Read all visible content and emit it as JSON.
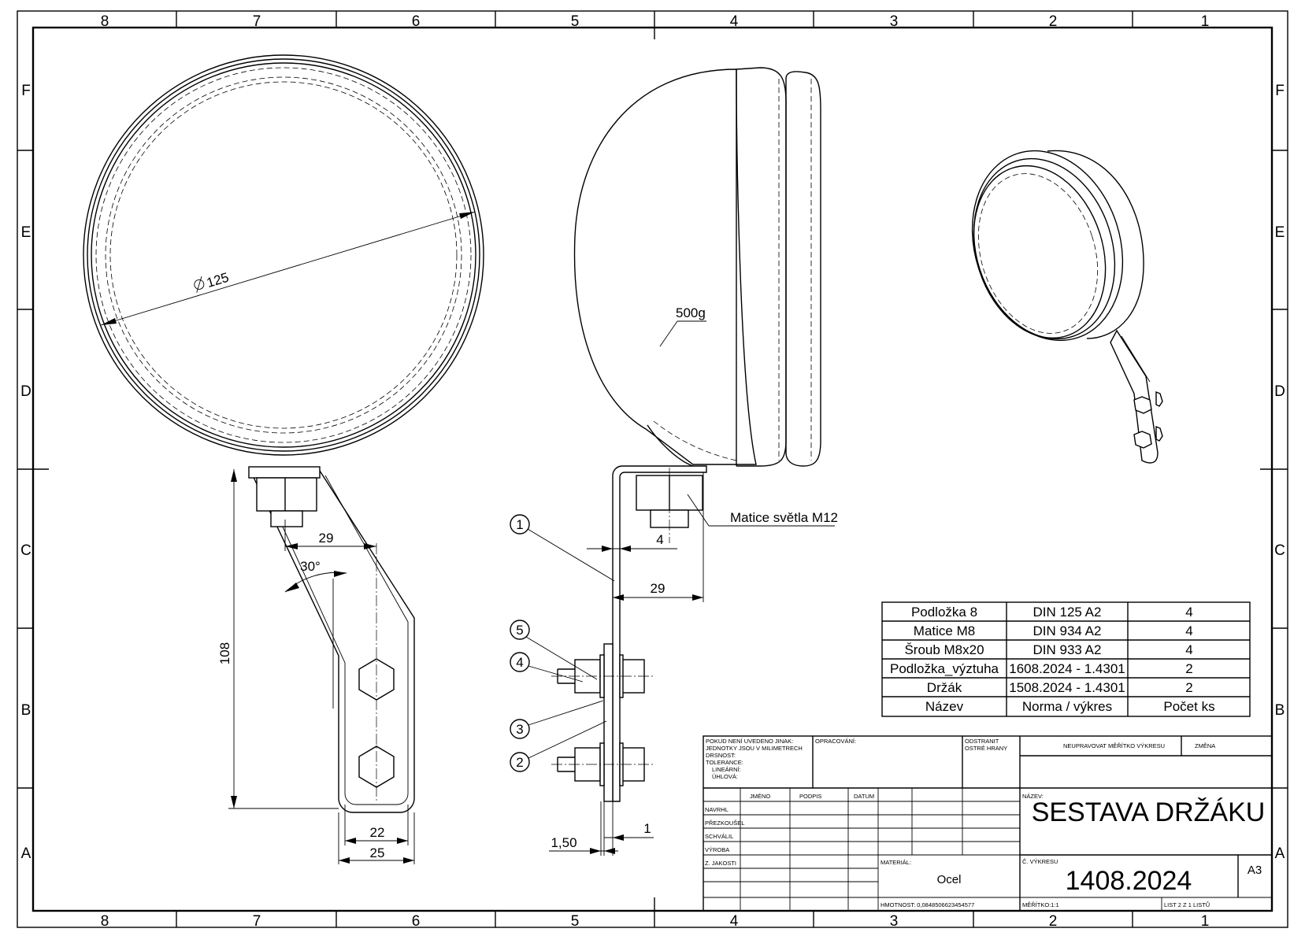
{
  "frame": {
    "columns": [
      "8",
      "7",
      "6",
      "5",
      "4",
      "3",
      "2",
      "1"
    ],
    "rows": [
      "F",
      "E",
      "D",
      "C",
      "B",
      "A"
    ]
  },
  "dimensions": {
    "diameter": "125",
    "angle": "30°",
    "d29_front": "29",
    "d108": "108",
    "d22": "22",
    "d25": "25",
    "d4": "4",
    "d29_side": "29",
    "d1": "1",
    "d150": "1,50"
  },
  "notes": {
    "weight": "500g",
    "nut_label": "Matice světla M12"
  },
  "balloons": [
    "1",
    "5",
    "4",
    "3",
    "2"
  ],
  "bom": {
    "rows": [
      {
        "name": "Podložka 8",
        "norm": "DIN 125 A2",
        "qty": "4"
      },
      {
        "name": "Matice M8",
        "norm": "DIN 934 A2",
        "qty": "4"
      },
      {
        "name": "Šroub M8x20",
        "norm": "DIN 933 A2",
        "qty": "4"
      },
      {
        "name": "Podložka_výztuha",
        "norm": "1608.2024 - 1.4301",
        "qty": "2"
      },
      {
        "name": "Držák",
        "norm": "1508.2024 - 1.4301",
        "qty": "2"
      }
    ],
    "header": {
      "name": "Název",
      "norm": "Norma / výkres",
      "qty": "Počet ks"
    }
  },
  "title_block": {
    "general_note": [
      "POKUD NENÍ UVEDENO JINAK:",
      "JEDNOTKY JSOU V MILIMETRECH",
      "DRSNOST:",
      "TOLERANCE:",
      "LINEÁRNÍ:",
      "ÚHLOVÁ:"
    ],
    "finish_label": "OPRACOVÁNÍ:",
    "deburr_label": [
      "ODSTRANIT",
      "OSTRÉ HRANY"
    ],
    "no_scale": "NEUPRAVOVAT MĚŘÍTKO VÝKRESU",
    "change": "ZMĚNA",
    "col_name": "JMÉNO",
    "col_sign": "PODPIS",
    "col_date": "DATUM",
    "roles": [
      "NAVRHL",
      "PŘEZKOUŠEL",
      "SCHVÁLIL",
      "VÝROBA",
      "Z. JAKOSTI"
    ],
    "material_label": "MATERIÁL:",
    "material": "Ocel",
    "mass": "HMOTNOST: 0,0848506623454577",
    "name_label": "NÁZEV:",
    "title": "SESTAVA DRŽÁKU",
    "drawing_no_label": "Č. VÝKRESU",
    "drawing_no": "1408.2024",
    "size": "A3",
    "scale": "MĚŘÍTKO:1:1",
    "sheet": "LIST 2 Z 1 LISTŮ"
  }
}
